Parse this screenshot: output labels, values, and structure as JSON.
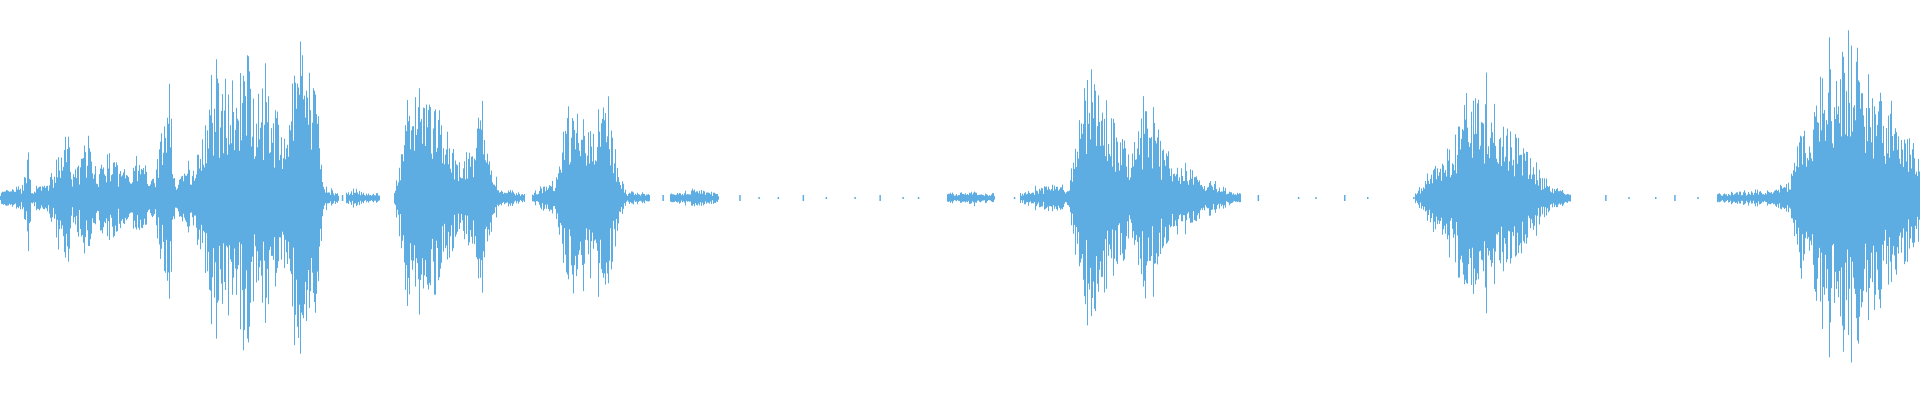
{
  "colors": {
    "background": "#ffffff",
    "waveform": "#5dade2"
  },
  "waveform": {
    "amplitude_envelope": [
      [
        0.0,
        0.02
      ],
      [
        0.012,
        0.04
      ],
      [
        0.015,
        0.18
      ],
      [
        0.016,
        0.03
      ],
      [
        0.025,
        0.05
      ],
      [
        0.036,
        0.22
      ],
      [
        0.037,
        0.06
      ],
      [
        0.046,
        0.2
      ],
      [
        0.048,
        0.08
      ],
      [
        0.056,
        0.14
      ],
      [
        0.062,
        0.1
      ],
      [
        0.07,
        0.12
      ],
      [
        0.08,
        0.08
      ],
      [
        0.089,
        0.38
      ],
      [
        0.09,
        0.06
      ],
      [
        0.1,
        0.12
      ],
      [
        0.108,
        0.25
      ],
      [
        0.112,
        0.5
      ],
      [
        0.115,
        0.3
      ],
      [
        0.118,
        0.45
      ],
      [
        0.122,
        0.3
      ],
      [
        0.129,
        0.52
      ],
      [
        0.131,
        0.35
      ],
      [
        0.138,
        0.4
      ],
      [
        0.142,
        0.3
      ],
      [
        0.147,
        0.18
      ],
      [
        0.15,
        0.3
      ],
      [
        0.154,
        0.45
      ],
      [
        0.158,
        0.42
      ],
      [
        0.163,
        0.38
      ],
      [
        0.166,
        0.3
      ],
      [
        0.168,
        0.05
      ],
      [
        0.172,
        0.03
      ],
      [
        0.178,
        0.01
      ],
      [
        0.185,
        0.03
      ],
      [
        0.19,
        0.02
      ],
      [
        0.205,
        0.01
      ],
      [
        0.212,
        0.3
      ],
      [
        0.218,
        0.38
      ],
      [
        0.222,
        0.35
      ],
      [
        0.228,
        0.28
      ],
      [
        0.234,
        0.18
      ],
      [
        0.24,
        0.1
      ],
      [
        0.246,
        0.2
      ],
      [
        0.25,
        0.32
      ],
      [
        0.254,
        0.15
      ],
      [
        0.26,
        0.03
      ],
      [
        0.27,
        0.02
      ],
      [
        0.276,
        0.01
      ],
      [
        0.282,
        0.04
      ],
      [
        0.29,
        0.06
      ],
      [
        0.294,
        0.3
      ],
      [
        0.3,
        0.28
      ],
      [
        0.306,
        0.26
      ],
      [
        0.312,
        0.32
      ],
      [
        0.318,
        0.24
      ],
      [
        0.322,
        0.08
      ],
      [
        0.326,
        0.02
      ],
      [
        0.332,
        0.02
      ],
      [
        0.345,
        0.01
      ],
      [
        0.36,
        0.03
      ],
      [
        0.368,
        0.02
      ],
      [
        0.38,
        0.01
      ],
      [
        0.42,
        0.01
      ],
      [
        0.478,
        0.01
      ],
      [
        0.508,
        0.02
      ],
      [
        0.528,
        0.01
      ],
      [
        0.55,
        0.05
      ],
      [
        0.556,
        0.03
      ],
      [
        0.562,
        0.25
      ],
      [
        0.566,
        0.4
      ],
      [
        0.57,
        0.42
      ],
      [
        0.576,
        0.3
      ],
      [
        0.582,
        0.2
      ],
      [
        0.59,
        0.15
      ],
      [
        0.596,
        0.32
      ],
      [
        0.602,
        0.22
      ],
      [
        0.61,
        0.12
      ],
      [
        0.618,
        0.1
      ],
      [
        0.626,
        0.06
      ],
      [
        0.634,
        0.05
      ],
      [
        0.642,
        0.02
      ],
      [
        0.65,
        0.01
      ],
      [
        0.676,
        0.01
      ],
      [
        0.71,
        0.01
      ],
      [
        0.736,
        0.01
      ],
      [
        0.758,
        0.2
      ],
      [
        0.762,
        0.3
      ],
      [
        0.768,
        0.38
      ],
      [
        0.774,
        0.35
      ],
      [
        0.78,
        0.3
      ],
      [
        0.786,
        0.25
      ],
      [
        0.792,
        0.18
      ],
      [
        0.8,
        0.1
      ],
      [
        0.806,
        0.05
      ],
      [
        0.812,
        0.03
      ],
      [
        0.82,
        0.01
      ],
      [
        0.836,
        0.01
      ],
      [
        0.862,
        0.01
      ],
      [
        0.884,
        0.01
      ],
      [
        0.925,
        0.03
      ],
      [
        0.932,
        0.06
      ],
      [
        0.938,
        0.28
      ],
      [
        0.942,
        0.15
      ],
      [
        0.948,
        0.45
      ],
      [
        0.954,
        0.42
      ],
      [
        0.96,
        0.48
      ],
      [
        0.966,
        0.46
      ],
      [
        0.972,
        0.4
      ],
      [
        0.98,
        0.32
      ],
      [
        0.988,
        0.26
      ],
      [
        0.995,
        0.18
      ],
      [
        1.0,
        0.15
      ]
    ],
    "silent_gap_dots": [
      0.178,
      0.185,
      0.33,
      0.345,
      0.36,
      0.368,
      0.385,
      0.395,
      0.405,
      0.418,
      0.43,
      0.445,
      0.458,
      0.47,
      0.478,
      0.508,
      0.528,
      0.535,
      0.655,
      0.676,
      0.685,
      0.7,
      0.712,
      0.736,
      0.836,
      0.848,
      0.862,
      0.872,
      0.884
    ]
  }
}
